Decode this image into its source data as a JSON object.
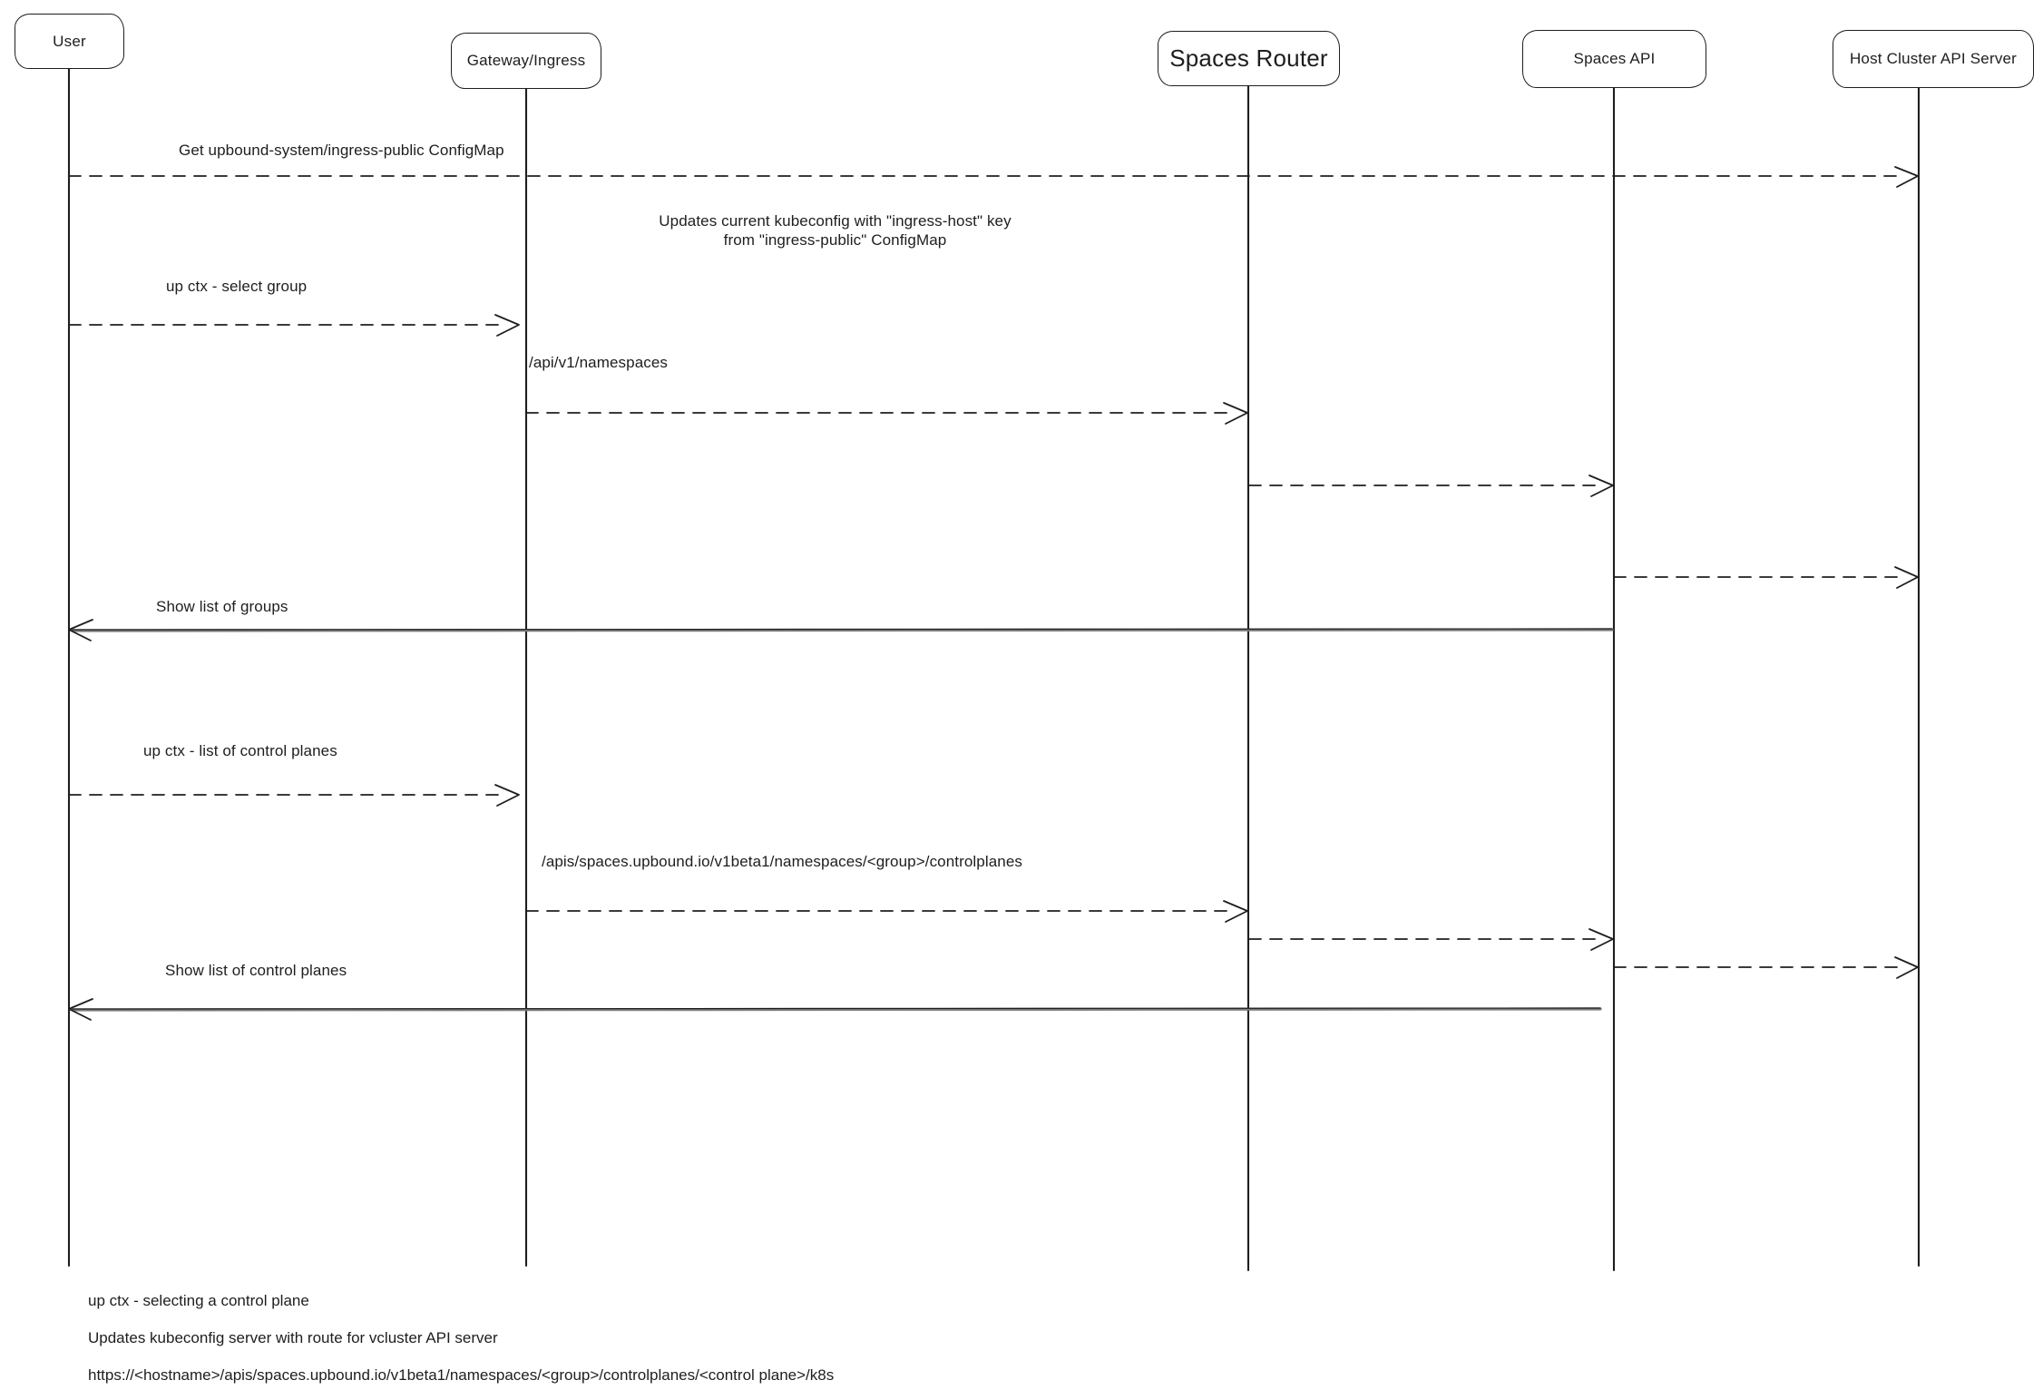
{
  "participants": {
    "user": "User",
    "gateway": "Gateway/Ingress",
    "router": "Spaces Router",
    "api": "Spaces API",
    "host": "Host Cluster API Server"
  },
  "messages": {
    "get_configmap": "Get upbound-system/ingress-public ConfigMap",
    "kubeconfig_note_line1": "Updates current kubeconfig with \"ingress-host\" key",
    "kubeconfig_note_line2": "from \"ingress-public\" ConfigMap",
    "select_group": "up ctx - select group",
    "namespaces_path": "/api/v1/namespaces",
    "show_groups": "Show list of groups",
    "list_control_planes": "up ctx - list of control planes",
    "controlplanes_path": "/apis/spaces.upbound.io/v1beta1/namespaces/<group>/controlplanes",
    "show_control_planes": "Show list of control planes"
  },
  "footer_notes": {
    "line1": "up ctx - selecting a control plane",
    "line2": "Updates kubeconfig server with route for vcluster API server",
    "line3": "https://<hostname>/apis/spaces.upbound.io/v1beta1/namespaces/<group>/controlplanes/<control plane>/k8s"
  },
  "colors": {
    "stroke": "#1e1e1e",
    "background": "#ffffff"
  }
}
